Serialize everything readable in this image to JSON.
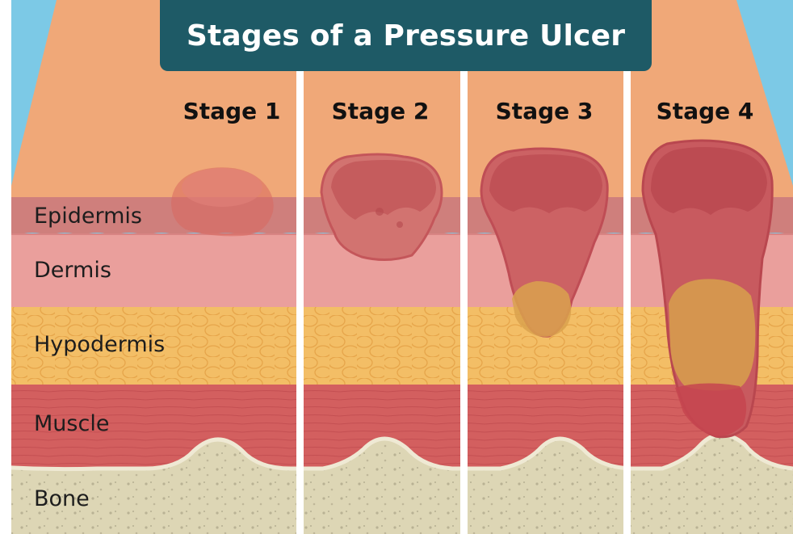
{
  "title": "Stages of a Pressure Ulcer",
  "stages": [
    "Stage 1",
    "Stage 2",
    "Stage 3",
    "Stage 4"
  ],
  "layers": [
    "Epidermis",
    "Dermis",
    "Hypodermis",
    "Muscle",
    "Bone"
  ],
  "colors": {
    "sky": "#7cc9e6",
    "skin_surface": "#f0a878",
    "epidermis": "#cf7f7c",
    "dermis": "#ea9f9c",
    "hypodermis": "#f4c16a",
    "muscle": "#d4605f",
    "bone": "#ded7b7",
    "banner": "#1e5a66",
    "wound": "#b84a4e",
    "divider": "#ffffff"
  }
}
